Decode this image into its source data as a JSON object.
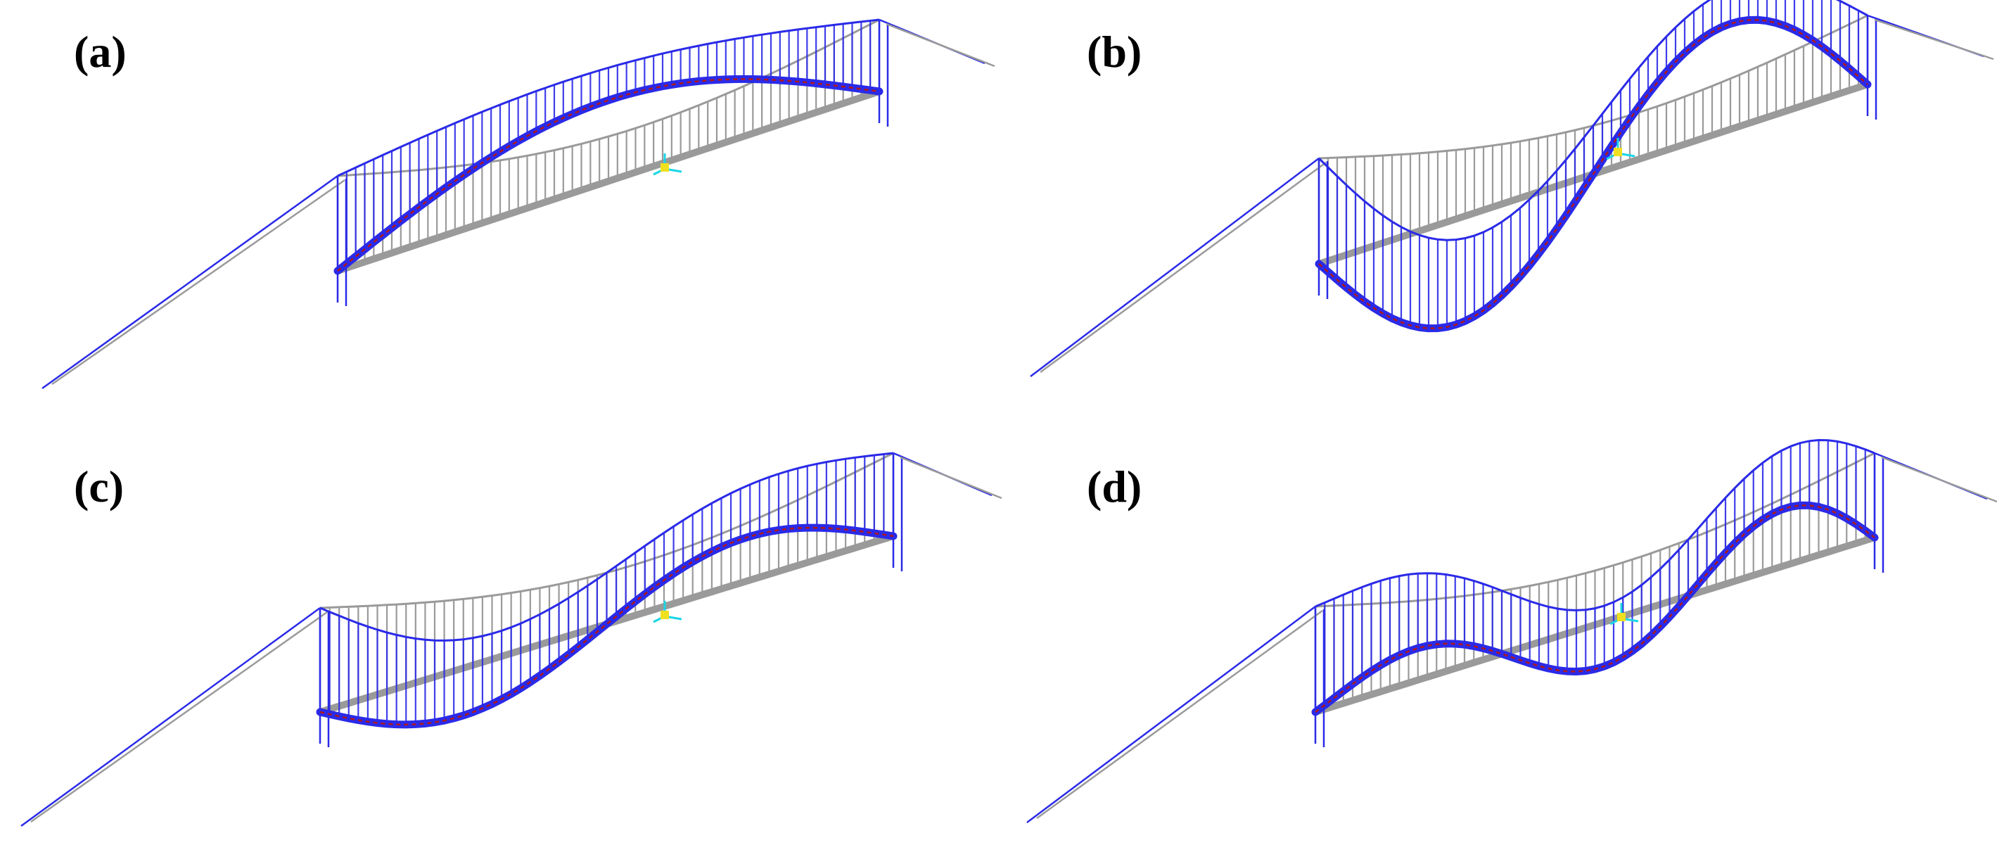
{
  "figure": {
    "panels": [
      {
        "label": "(a)",
        "mode": "symmetric-vertical-1"
      },
      {
        "label": "(b)",
        "mode": "antisymmetric-vertical-1"
      },
      {
        "label": "(c)",
        "mode": "antisymmetric-vertical-2"
      },
      {
        "label": "(d)",
        "mode": "symmetric-vertical-2"
      }
    ],
    "colors": {
      "deformed": "#2a2ae8",
      "undeformed": "#9a9a9a",
      "deck_highlight": "#b01818",
      "triad_cyan": "#19d6e6",
      "triad_yellow": "#f0e020"
    },
    "icons": [
      "coordinate-triad-icon"
    ]
  }
}
